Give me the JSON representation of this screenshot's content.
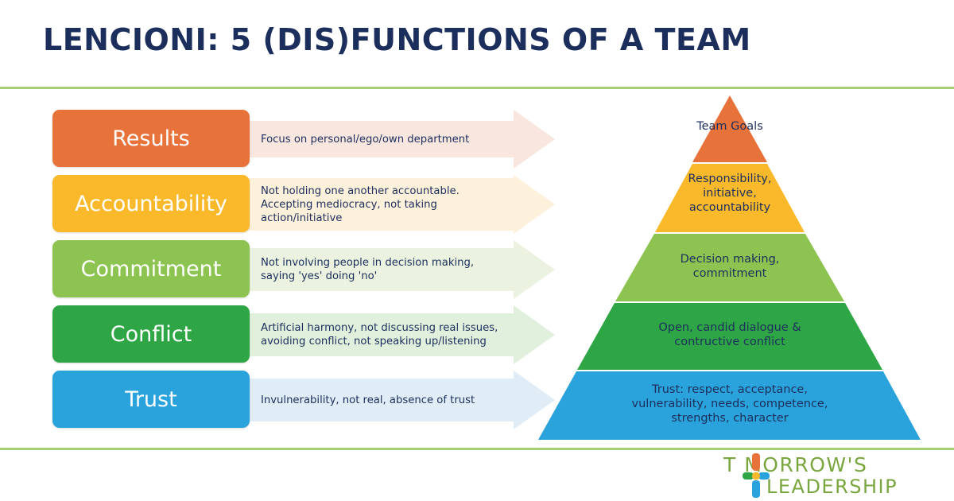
{
  "title": "LENCIONI: 5 (DIS)FUNCTIONS OF A TEAM",
  "levels": [
    {
      "label": "Results",
      "description": "Focus on personal/ego/own department",
      "color": "#e8733a",
      "arrow_color": "#f9e6df"
    },
    {
      "label": "Accountability",
      "description": "Not holding one another accountable.\nAccepting mediocracy, not taking\naction/initiative",
      "color": "#f9b92a",
      "arrow_color": "#fdf1dc"
    },
    {
      "label": "Commitment",
      "description": "Not involving people in decision making,\nsaying 'yes' doing 'no'",
      "color": "#8dc451",
      "arrow_color": "#ebf3e0"
    },
    {
      "label": "Conflict",
      "description": "Artificial harmony, not discussing real issues,\navoiding conflict, not speaking up/listening",
      "color": "#2ea646",
      "arrow_color": "#e1f0dd"
    },
    {
      "label": "Trust",
      "description": "Invulnerability, not real, absence of trust",
      "color": "#2aa3dc",
      "arrow_color": "#e0ecf6"
    }
  ],
  "pyramid": [
    {
      "text": "Team Goals",
      "color": "#e8733a"
    },
    {
      "text": "Responsibility,\ninitiative,\naccountability",
      "color": "#f9b92a"
    },
    {
      "text": "Decision making,\ncommitment",
      "color": "#8dc451"
    },
    {
      "text": "Open, candid dialogue &\ncontructive conflict",
      "color": "#2ea646"
    },
    {
      "text": "Trust: respect, acceptance,\nvulnerability, needs, competence,\nstrengths, character",
      "color": "#2aa3dc"
    }
  ],
  "logo": {
    "line1": "T MORROW'S",
    "line2": "LEADERSHIP",
    "color": "#7aa63f"
  }
}
